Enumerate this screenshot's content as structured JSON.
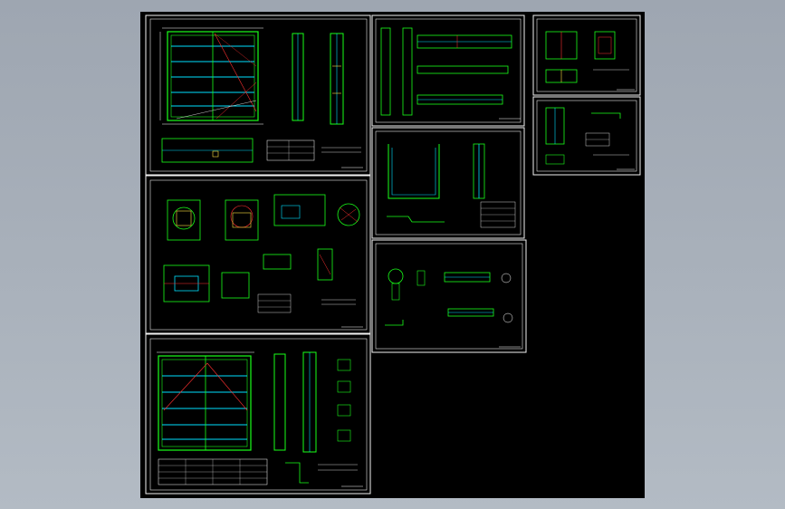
{
  "window": {
    "background_color": "#a6aeb8",
    "viewport_background": "#000000"
  },
  "drawing": {
    "line_colors": {
      "frame": "#f2f2f2",
      "steel": "#19ff19",
      "section": "#00e0ff",
      "hatch": "#ff3030",
      "detail": "#ffffff",
      "highlight": "#ffe040"
    },
    "sheets": [
      {
        "id": "gate-elevation-a",
        "title_block": ""
      },
      {
        "id": "embedded-parts-a",
        "title_block": ""
      },
      {
        "id": "gate-elevation-b",
        "title_block": ""
      },
      {
        "id": "side-beam-details",
        "title_block": ""
      },
      {
        "id": "section-profiles",
        "title_block": ""
      },
      {
        "id": "node-details",
        "title_block": ""
      },
      {
        "id": "small-part-a",
        "title_block": ""
      },
      {
        "id": "small-part-b",
        "title_block": ""
      }
    ]
  }
}
